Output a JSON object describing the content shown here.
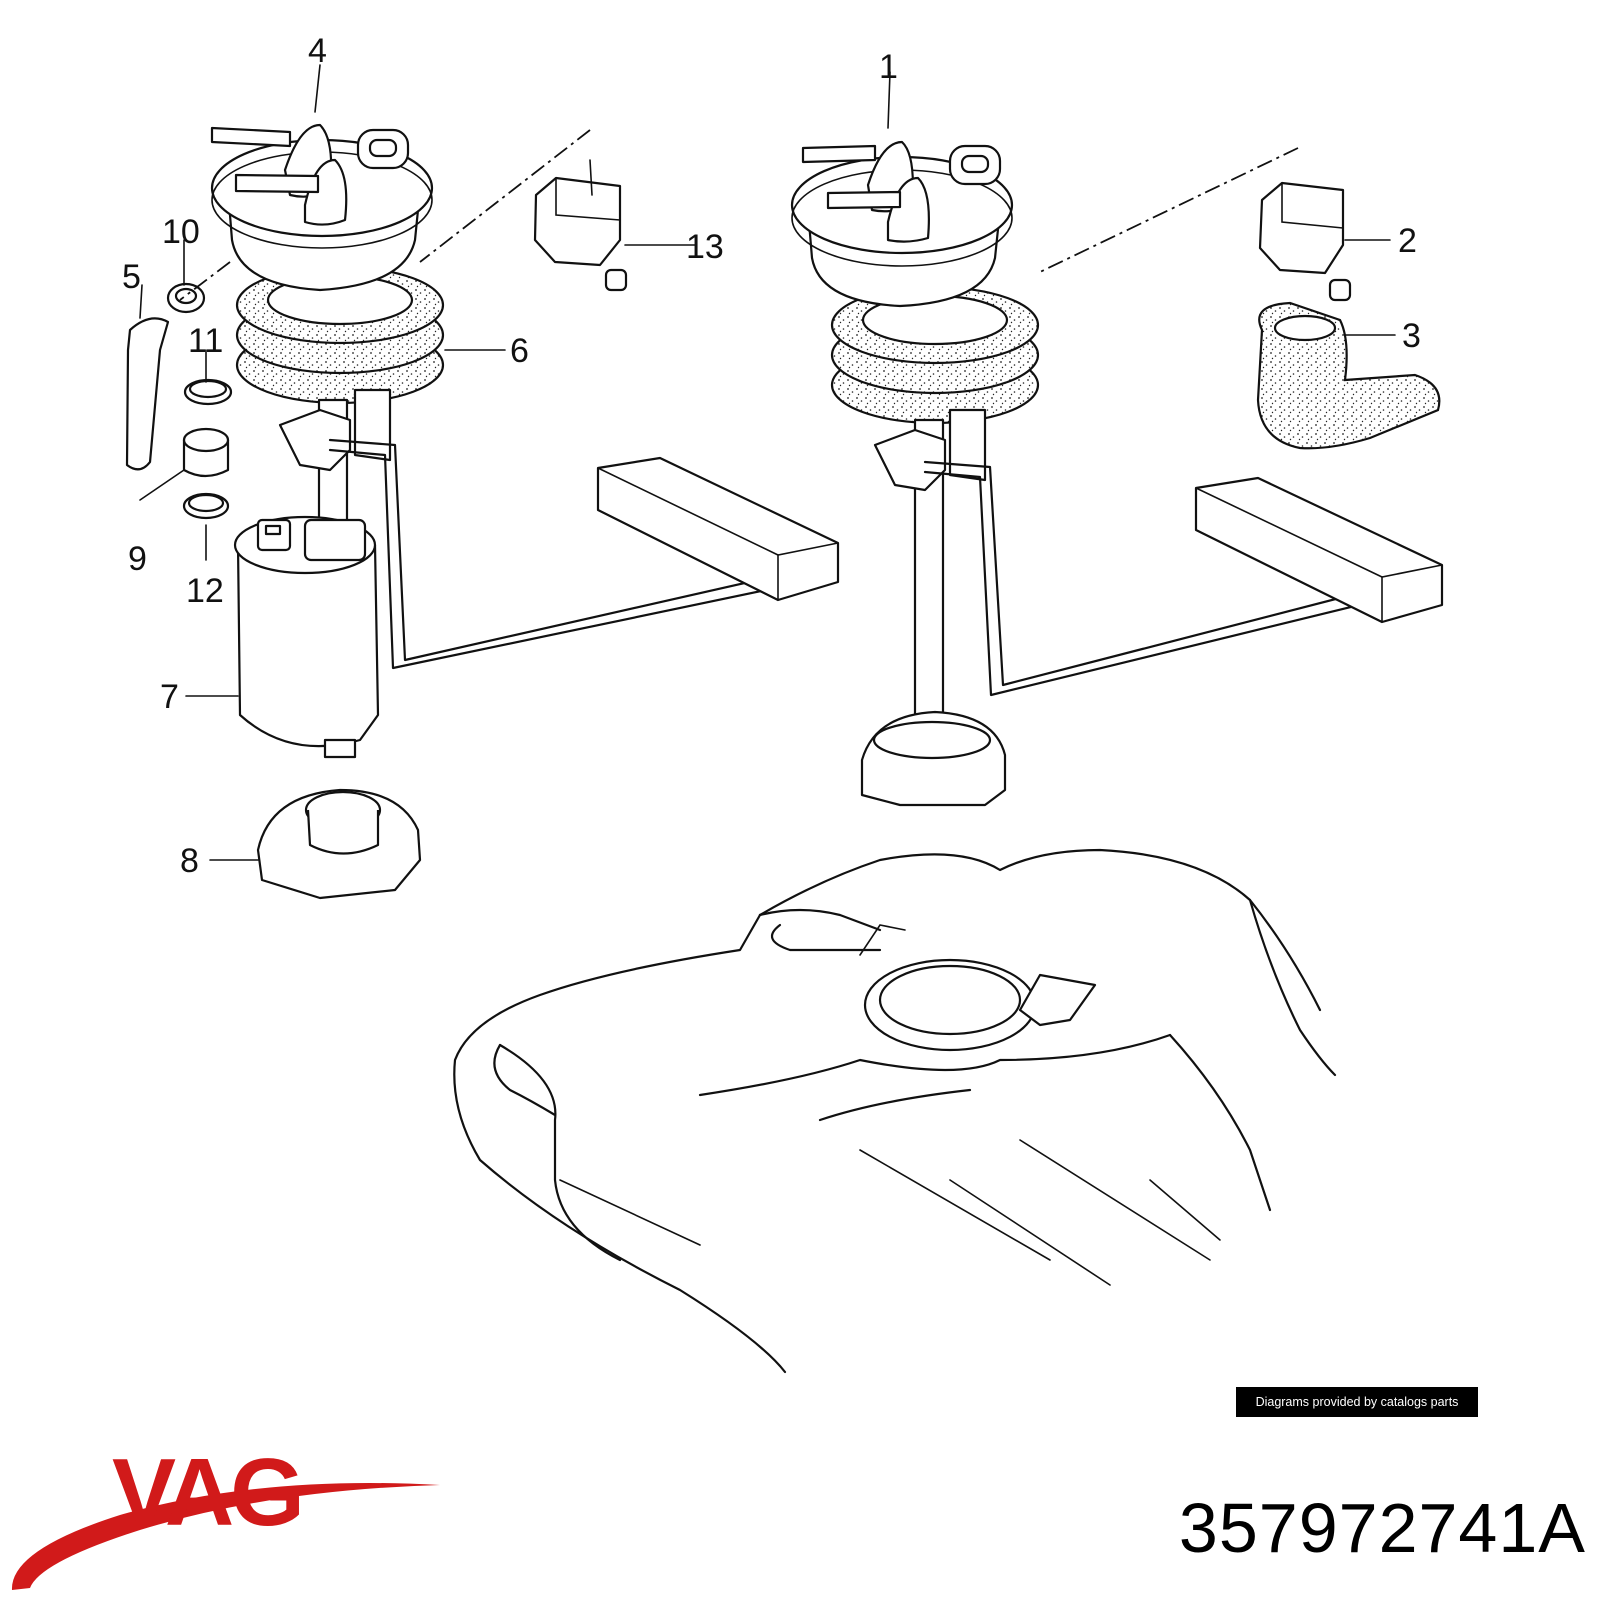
{
  "callouts": [
    "1",
    "2",
    "3",
    "4",
    "5",
    "6",
    "7",
    "8",
    "9",
    "10",
    "11",
    "12",
    "13"
  ],
  "credit": "Diagrams provided by catalogs parts",
  "brand": {
    "name": "VAG",
    "color": "#d11a1a"
  },
  "part_number": "357972741A"
}
